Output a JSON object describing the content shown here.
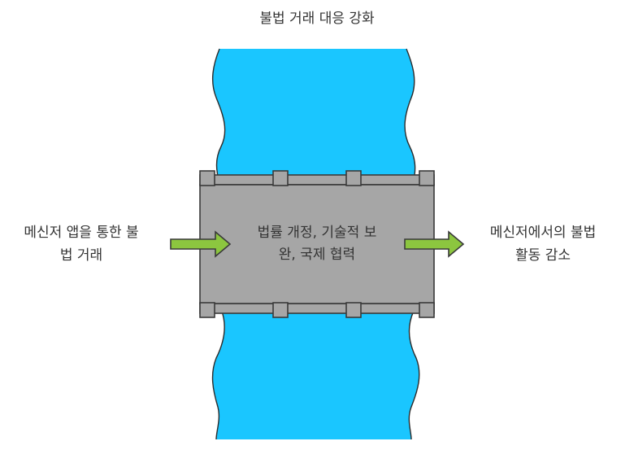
{
  "title": "불법 거래 대응 강화",
  "input_label": {
    "lines": [
      "메신저 앱을 통한 불",
      "법 거래"
    ]
  },
  "process_label": {
    "lines": [
      "법률 개정, 기술적 보",
      "완, 국제 협력"
    ]
  },
  "output_label": {
    "lines": [
      "메신저에서의 불법",
      "활동 감소"
    ]
  },
  "colors": {
    "river": "#1ac6ff",
    "bridge": "#a6a6a6",
    "arrow": "#8cc63f",
    "text": "#333333"
  }
}
